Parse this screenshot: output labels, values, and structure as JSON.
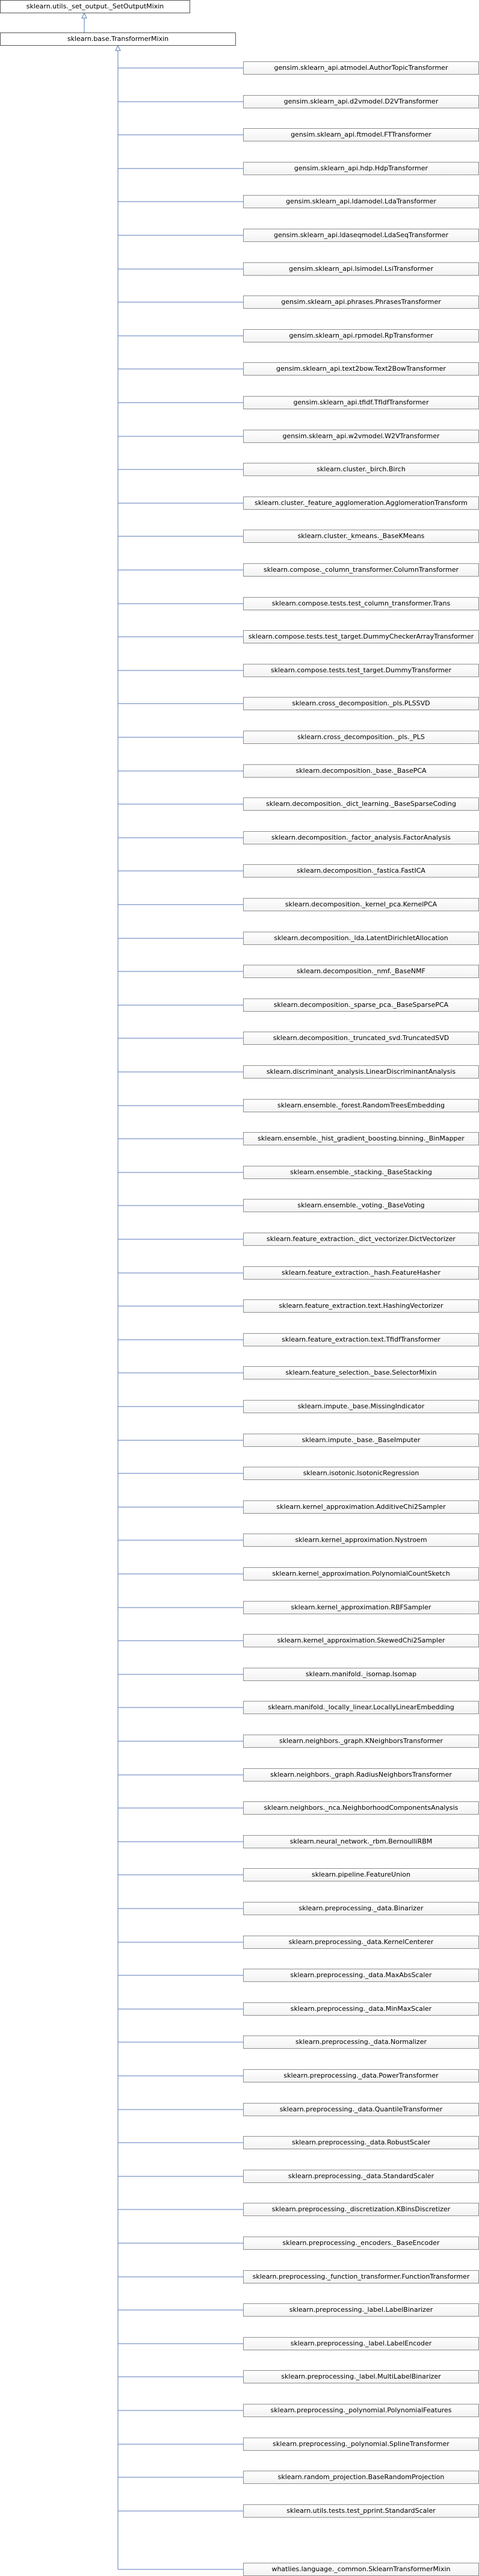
{
  "diagram": {
    "top_parent": "sklearn.utils._set_output._SetOutputMixin",
    "parent": "sklearn.base.TransformerMixin",
    "children": [
      "gensim.sklearn_api.atmodel.AuthorTopicTransformer",
      "gensim.sklearn_api.d2vmodel.D2VTransformer",
      "gensim.sklearn_api.ftmodel.FTTransformer",
      "gensim.sklearn_api.hdp.HdpTransformer",
      "gensim.sklearn_api.ldamodel.LdaTransformer",
      "gensim.sklearn_api.ldaseqmodel.LdaSeqTransformer",
      "gensim.sklearn_api.lsimodel.LsiTransformer",
      "gensim.sklearn_api.phrases.PhrasesTransformer",
      "gensim.sklearn_api.rpmodel.RpTransformer",
      "gensim.sklearn_api.text2bow.Text2BowTransformer",
      "gensim.sklearn_api.tfidf.TfIdfTransformer",
      "gensim.sklearn_api.w2vmodel.W2VTransformer",
      "sklearn.cluster._birch.Birch",
      "sklearn.cluster._feature_agglomeration.AgglomerationTransform",
      "sklearn.cluster._kmeans._BaseKMeans",
      "sklearn.compose._column_transformer.ColumnTransformer",
      "sklearn.compose.tests.test_column_transformer.Trans",
      "sklearn.compose.tests.test_target.DummyCheckerArrayTransformer",
      "sklearn.compose.tests.test_target.DummyTransformer",
      "sklearn.cross_decomposition._pls.PLSSVD",
      "sklearn.cross_decomposition._pls._PLS",
      "sklearn.decomposition._base._BasePCA",
      "sklearn.decomposition._dict_learning._BaseSparseCoding",
      "sklearn.decomposition._factor_analysis.FactorAnalysis",
      "sklearn.decomposition._fastica.FastICA",
      "sklearn.decomposition._kernel_pca.KernelPCA",
      "sklearn.decomposition._lda.LatentDirichletAllocation",
      "sklearn.decomposition._nmf._BaseNMF",
      "sklearn.decomposition._sparse_pca._BaseSparsePCA",
      "sklearn.decomposition._truncated_svd.TruncatedSVD",
      "sklearn.discriminant_analysis.LinearDiscriminantAnalysis",
      "sklearn.ensemble._forest.RandomTreesEmbedding",
      "sklearn.ensemble._hist_gradient_boosting.binning._BinMapper",
      "sklearn.ensemble._stacking._BaseStacking",
      "sklearn.ensemble._voting._BaseVoting",
      "sklearn.feature_extraction._dict_vectorizer.DictVectorizer",
      "sklearn.feature_extraction._hash.FeatureHasher",
      "sklearn.feature_extraction.text.HashingVectorizer",
      "sklearn.feature_extraction.text.TfidfTransformer",
      "sklearn.feature_selection._base.SelectorMixin",
      "sklearn.impute._base.MissingIndicator",
      "sklearn.impute._base._BaseImputer",
      "sklearn.isotonic.IsotonicRegression",
      "sklearn.kernel_approximation.AdditiveChi2Sampler",
      "sklearn.kernel_approximation.Nystroem",
      "sklearn.kernel_approximation.PolynomialCountSketch",
      "sklearn.kernel_approximation.RBFSampler",
      "sklearn.kernel_approximation.SkewedChi2Sampler",
      "sklearn.manifold._isomap.Isomap",
      "sklearn.manifold._locally_linear.LocallyLinearEmbedding",
      "sklearn.neighbors._graph.KNeighborsTransformer",
      "sklearn.neighbors._graph.RadiusNeighborsTransformer",
      "sklearn.neighbors._nca.NeighborhoodComponentsAnalysis",
      "sklearn.neural_network._rbm.BernoulliRBM",
      "sklearn.pipeline.FeatureUnion",
      "sklearn.preprocessing._data.Binarizer",
      "sklearn.preprocessing._data.KernelCenterer",
      "sklearn.preprocessing._data.MaxAbsScaler",
      "sklearn.preprocessing._data.MinMaxScaler",
      "sklearn.preprocessing._data.Normalizer",
      "sklearn.preprocessing._data.PowerTransformer",
      "sklearn.preprocessing._data.QuantileTransformer",
      "sklearn.preprocessing._data.RobustScaler",
      "sklearn.preprocessing._data.StandardScaler",
      "sklearn.preprocessing._discretization.KBinsDiscretizer",
      "sklearn.preprocessing._encoders._BaseEncoder",
      "sklearn.preprocessing._function_transformer.FunctionTransformer",
      "sklearn.preprocessing._label.LabelBinarizer",
      "sklearn.preprocessing._label.LabelEncoder",
      "sklearn.preprocessing._label.MultiLabelBinarizer",
      "sklearn.preprocessing._polynomial.PolynomialFeatures",
      "sklearn.preprocessing._polynomial.SplineTransformer",
      "sklearn.random_projection.BaseRandomProjection",
      "sklearn.utils.tests.test_pprint.StandardScaler",
      "whatlies.language._common.SklearnTransformerMixin"
    ]
  },
  "colors": {
    "edge": "#5a7ab8",
    "node_border": "#8e8e8e",
    "node_fill": "#ffffff"
  }
}
